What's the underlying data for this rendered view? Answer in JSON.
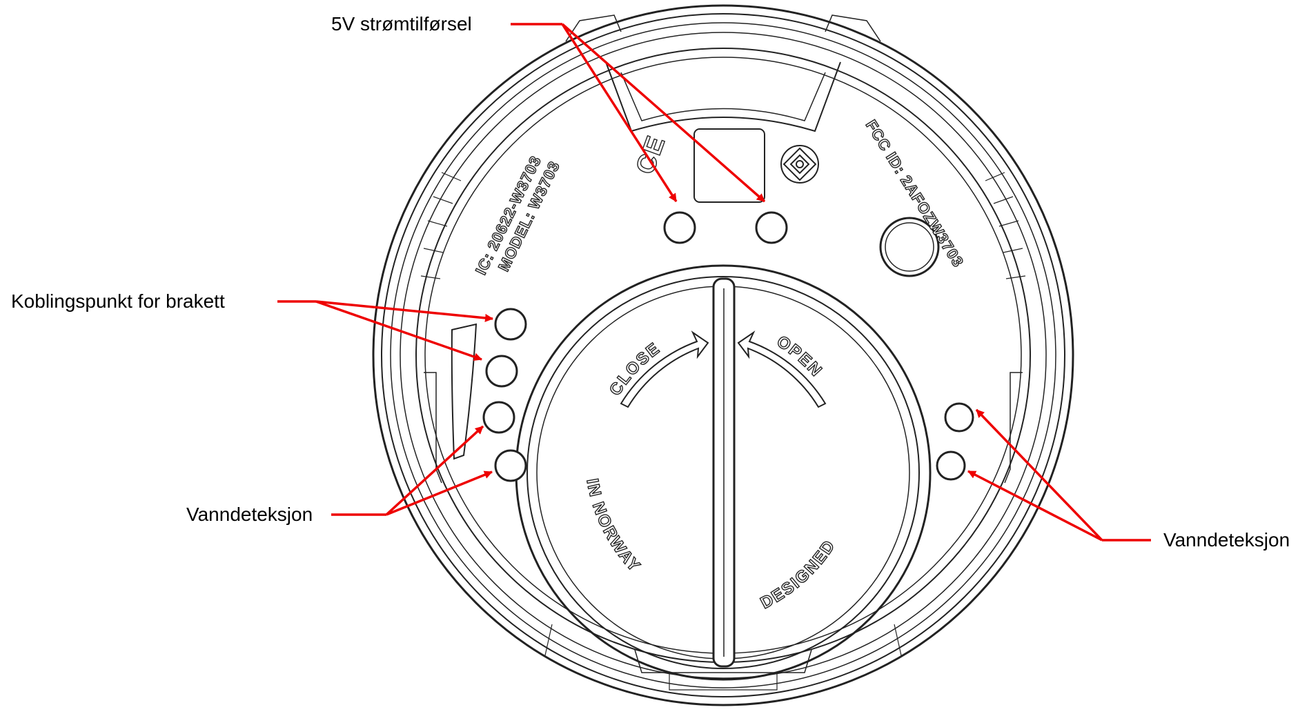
{
  "callouts": {
    "power": {
      "label": "5V strømtilførsel"
    },
    "bracket": {
      "label": "Koblingspunkt for brakett"
    },
    "water_left": {
      "label": "Vanndeteksjon"
    },
    "water_right": {
      "label": "Vanndeteksjon"
    }
  },
  "markings": {
    "ic": "IC: 20622-W3703",
    "model": "MODEL: W3703",
    "fcc": "FCC ID: 2AFOZW3703",
    "ce": "CE",
    "close": "CLOSE",
    "open": "OPEN",
    "in_norway": "IN NORWAY",
    "designed": "DESIGNED"
  },
  "colors": {
    "callout": "#ee0000",
    "outline": "#222222"
  }
}
